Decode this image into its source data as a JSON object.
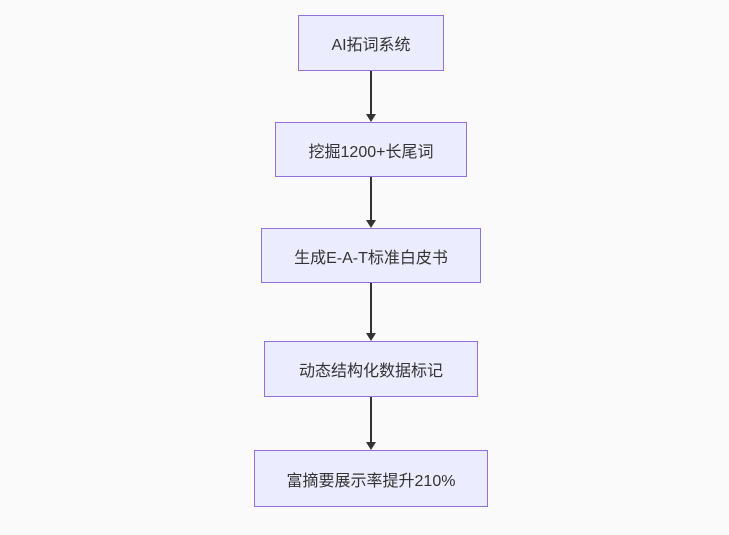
{
  "flowchart": {
    "type": "flowchart-top-down",
    "background_color": "#fafafa",
    "node_fill_color": "#ececff",
    "node_border_color": "#9370db",
    "node_text_color": "#333333",
    "arrow_color": "#333333",
    "nodes": [
      {
        "id": "A",
        "label": "AI拓词系统"
      },
      {
        "id": "B",
        "label": "挖掘1200+长尾词"
      },
      {
        "id": "C",
        "label": "生成E-A-T标准白皮书"
      },
      {
        "id": "D",
        "label": "动态结构化数据标记"
      },
      {
        "id": "E",
        "label": "富摘要展示率提升210%"
      }
    ],
    "edges": [
      {
        "from": "A",
        "to": "B"
      },
      {
        "from": "B",
        "to": "C"
      },
      {
        "from": "C",
        "to": "D"
      },
      {
        "from": "D",
        "to": "E"
      }
    ]
  }
}
